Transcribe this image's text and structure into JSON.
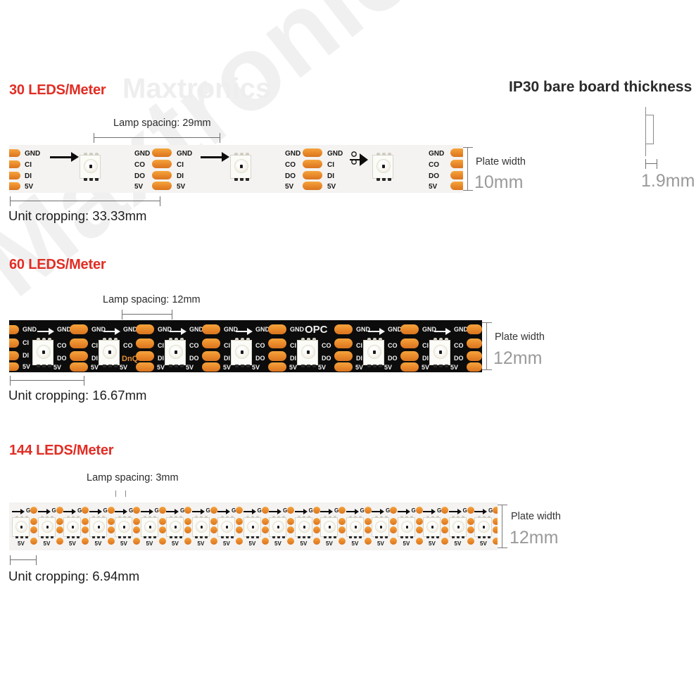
{
  "watermarks": {
    "diagonal": "Maxtronics",
    "horizontal": "Maxtronics"
  },
  "right_panel": {
    "title": "IP30 bare board thickness",
    "thickness_value": "1.9mm"
  },
  "sections": [
    {
      "id": "30-leds",
      "title": "30 LEDS/Meter",
      "lamp_spacing_label": "Lamp spacing: 29mm",
      "unit_cropping_label": "Unit cropping: 33.33mm",
      "plate_width_label": "Plate width",
      "plate_width_value": "10mm",
      "pcb_color": "#f4f3f1",
      "led_count": 3,
      "pad_labels_in": [
        "GND",
        "CI",
        "DI",
        "5V"
      ],
      "pad_labels_out": [
        "GND",
        "CO",
        "DO",
        "5V"
      ]
    },
    {
      "id": "60-leds",
      "title": "60 LEDS/Meter",
      "lamp_spacing_label": "Lamp spacing: 12mm",
      "unit_cropping_label": "Unit cropping: 16.67mm",
      "plate_width_label": "Plate width",
      "plate_width_value": "12mm",
      "pcb_color": "#0c0c0c",
      "led_count": 7,
      "pad_labels_in": [
        "GND",
        "CI",
        "DI",
        "5V"
      ],
      "pad_labels_out": [
        "GND",
        "CO",
        "DO",
        "5V"
      ],
      "silkscreen_mark": "OPC"
    },
    {
      "id": "144-leds",
      "title": "144 LEDS/Meter",
      "lamp_spacing_label": "Lamp spacing: 3mm",
      "unit_cropping_label": "Unit cropping: 6.94mm",
      "plate_width_label": "Plate width",
      "plate_width_value": "12mm",
      "pcb_color": "#f4f3f1",
      "led_count": 19,
      "pad_labels_in": [
        "G"
      ],
      "pad_labels_out": [
        "5V"
      ]
    }
  ],
  "colors": {
    "heading_red": "#e12d24",
    "pad_orange": "#e8882a",
    "dim_gray": "#9a9a9a",
    "black_pcb": "#0c0c0c"
  }
}
